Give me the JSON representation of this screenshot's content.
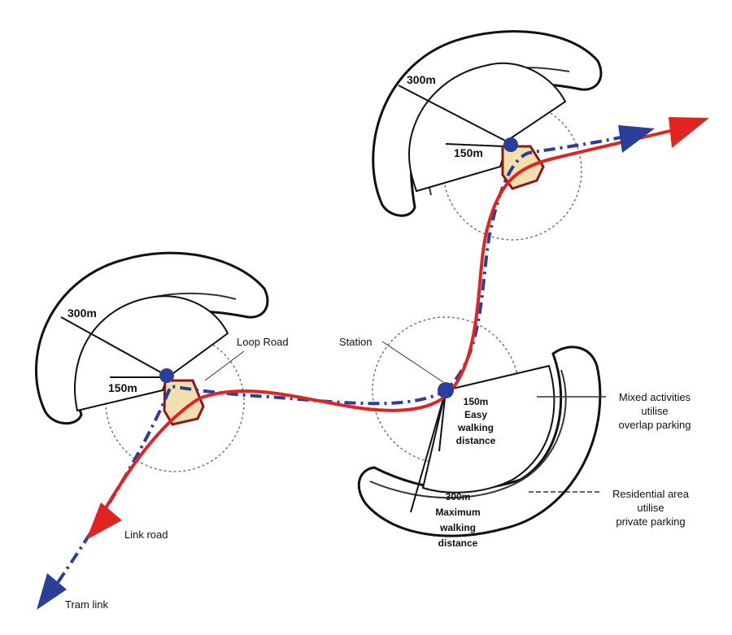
{
  "colors": {
    "road": "#e32222",
    "tram": "#2a3f9a",
    "station": "#2a3f9a",
    "building_fill": "#f1dfb0",
    "outline": "#111111",
    "circle": "#777777"
  },
  "clusters": [
    {
      "name": "top-right",
      "radius_outer": "300m",
      "radius_inner": "150m"
    },
    {
      "name": "left",
      "radius_outer": "300m",
      "radius_inner": "150m"
    }
  ],
  "labels": {
    "loop_road": "Loop Road",
    "station": "Station",
    "link_road": "Link road",
    "tram_link": "Tram link",
    "mixed": [
      "Mixed activities",
      "utilise",
      "overlap parking"
    ],
    "residential": [
      "Residential area",
      "utilise",
      "private parking"
    ],
    "easy": [
      "150m",
      "Easy",
      "walking",
      "distance"
    ],
    "max": [
      "300m",
      "Maximum",
      "walking",
      "distance"
    ]
  }
}
